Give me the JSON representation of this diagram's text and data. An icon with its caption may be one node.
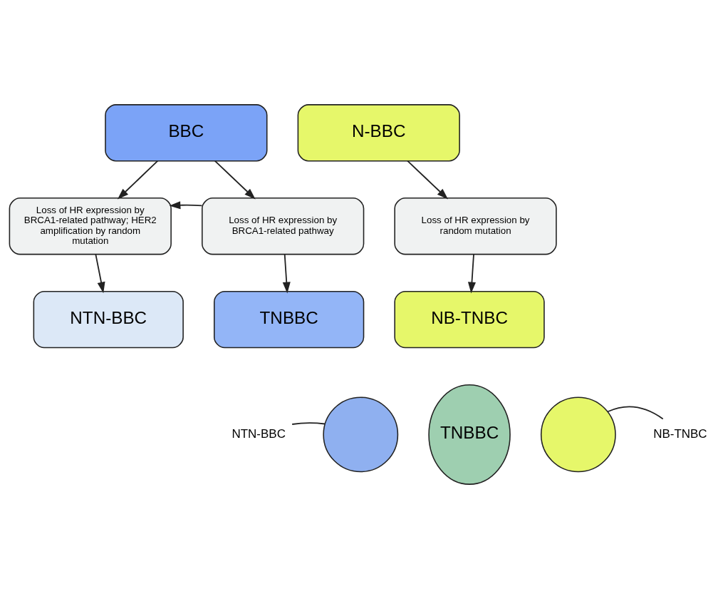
{
  "diagram": {
    "nodes": [
      {
        "text": [
          "BBC"
        ]
      },
      {
        "text": [
          "N-BBC"
        ]
      },
      {
        "text": [
          "Loss of HR expression by BRCA1-related pathway; HER2 amplification by random mutation"
        ]
      },
      {
        "text": [
          "Loss of HR expression by BRCA1-related pathway"
        ]
      },
      {
        "text": [
          "Loss of HR expression by random mutation"
        ]
      },
      {
        "text": [
          "NTN-BBC"
        ]
      },
      {
        "text": [
          "TNBBC"
        ]
      },
      {
        "text": [
          "NB-TNBC"
        ]
      },
      {
        "text": [
          "NTN-BBC"
        ]
      },
      {
        "text": [],
        "shape": "circle"
      },
      {
        "text": [
          "TNBBC"
        ]
      },
      {
        "text": [],
        "shape": "circle"
      },
      {
        "text": [
          "NB-TNBC"
        ]
      }
    ],
    "edges": [
      {
        "from": 0,
        "to": 2,
        "arrow": "to"
      },
      {
        "from": 0,
        "to": 3,
        "arrow": "to"
      },
      {
        "from": 3,
        "to": 2,
        "arrow": "to"
      },
      {
        "from": 1,
        "to": 4,
        "arrow": "to"
      },
      {
        "from": 2,
        "to": 5,
        "arrow": "to"
      },
      {
        "from": 3,
        "to": 6,
        "arrow": "to"
      },
      {
        "from": 4,
        "to": 7,
        "arrow": "to"
      },
      {
        "from": 8,
        "to": 9,
        "arrow": "none"
      },
      {
        "from": 12,
        "to": 11,
        "arrow": "none"
      }
    ]
  }
}
